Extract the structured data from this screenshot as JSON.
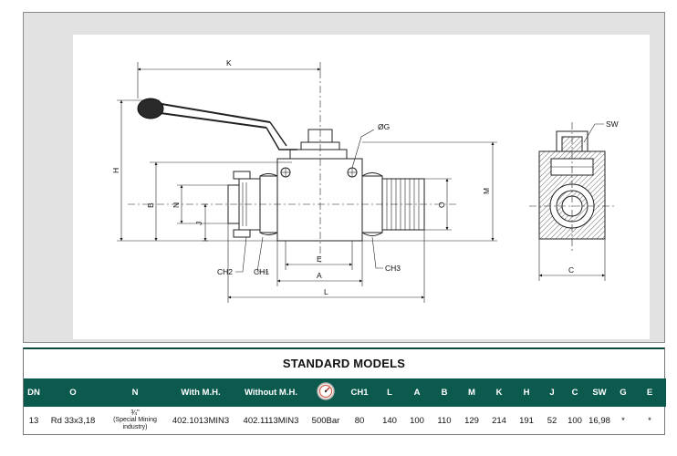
{
  "drawing": {
    "dimension_labels": {
      "k": "K",
      "h": "H",
      "b": "B",
      "n": "N",
      "j": "J",
      "g": "ØG",
      "o": "O",
      "m": "M",
      "e": "E",
      "a": "A",
      "l": "L",
      "ch1": "CH1",
      "ch2": "CH2",
      "ch3": "CH3",
      "sw": "SW",
      "c": "C"
    }
  },
  "table": {
    "title": "STANDARD MODELS",
    "columns": [
      "DN",
      "O",
      "N",
      "With M.H.",
      "Without M.H.",
      "",
      "CH1",
      "L",
      "A",
      "B",
      "M",
      "K",
      "H",
      "J",
      "C",
      "SW",
      "G",
      "E"
    ],
    "pressure_icon": "pressure-gauge-icon",
    "row": {
      "dn": "13",
      "o": "Rd 33x3,18",
      "n_fraction": "¾\"",
      "n_note": "(Special Mining industry)",
      "with_mh": "402.1013MIN3",
      "without_mh": "402.1113MIN3",
      "pressure": "500Bar",
      "ch1": "80",
      "l": "140",
      "a": "100",
      "b": "110",
      "m": "129",
      "k": "214",
      "h": "191",
      "j": "52",
      "c": "100",
      "sw": "16,98",
      "g": "*",
      "e": "*"
    }
  }
}
